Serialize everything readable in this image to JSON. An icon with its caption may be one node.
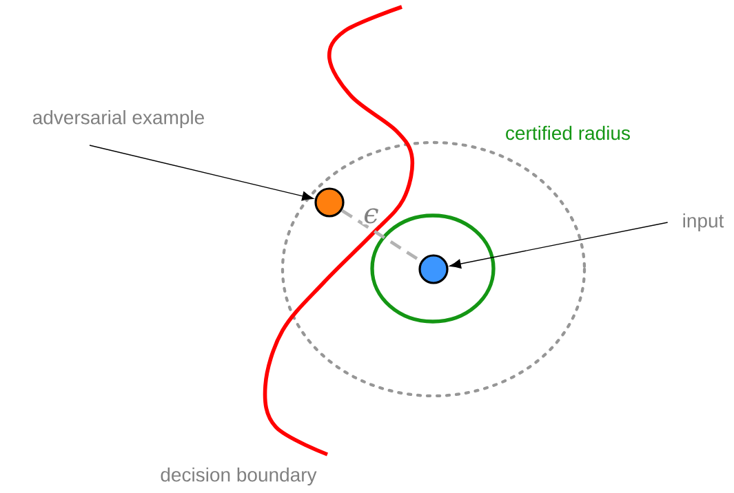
{
  "diagram": {
    "nodes": [
      {
        "text": [
          "adversarial example"
        ]
      },
      {
        "text": [],
        "shape": "circle"
      },
      {
        "text": [
          "input"
        ]
      },
      {
        "text": [],
        "shape": "circle"
      }
    ],
    "edges": [
      {
        "from": 0,
        "to": 1,
        "arrow": "to"
      },
      {
        "from": 2,
        "to": 3,
        "arrow": "to"
      },
      {
        "from": 1,
        "to": 3,
        "arrow": "none",
        "style": "dashed",
        "color": "#b3b3b3",
        "label": "ϵ"
      }
    ],
    "labels": [
      "certified radius",
      "decision boundary"
    ]
  }
}
